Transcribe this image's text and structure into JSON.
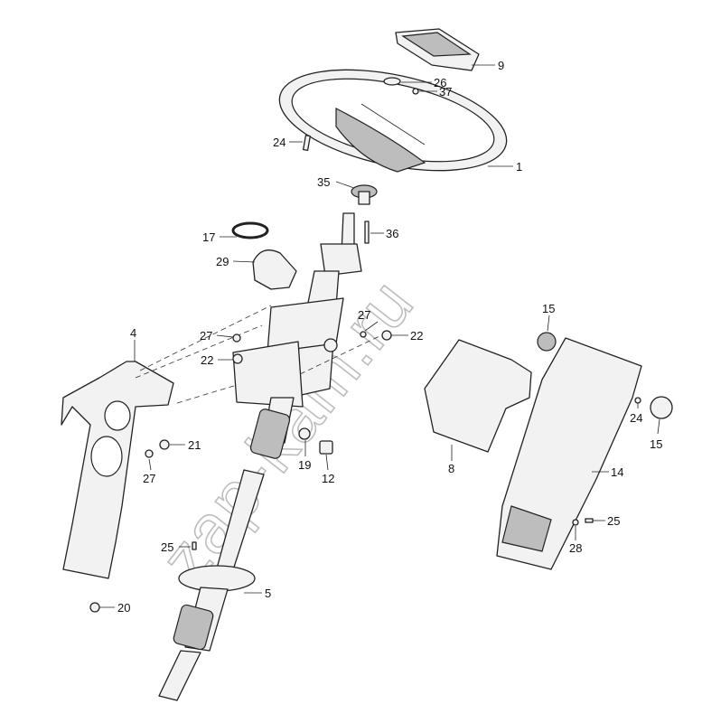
{
  "watermark": "zap-kam.ru",
  "corner_mark": "",
  "callouts": [
    {
      "key": "p9",
      "label": "9"
    },
    {
      "key": "p26",
      "label": "26"
    },
    {
      "key": "p37",
      "label": "37"
    },
    {
      "key": "p24a",
      "label": "24"
    },
    {
      "key": "p1",
      "label": "1"
    },
    {
      "key": "p35",
      "label": "35"
    },
    {
      "key": "p17",
      "label": "17"
    },
    {
      "key": "p36",
      "label": "36"
    },
    {
      "key": "p29",
      "label": "29"
    },
    {
      "key": "p4",
      "label": "4"
    },
    {
      "key": "p27a",
      "label": "27"
    },
    {
      "key": "p27b",
      "label": "27"
    },
    {
      "key": "p22a",
      "label": "22"
    },
    {
      "key": "p22b",
      "label": "22"
    },
    {
      "key": "p15a",
      "label": "15"
    },
    {
      "key": "p24b",
      "label": "24"
    },
    {
      "key": "p15b",
      "label": "15"
    },
    {
      "key": "p21",
      "label": "21"
    },
    {
      "key": "p19",
      "label": "19"
    },
    {
      "key": "p12",
      "label": "12"
    },
    {
      "key": "p8",
      "label": "8"
    },
    {
      "key": "p14",
      "label": "14"
    },
    {
      "key": "p27c",
      "label": "27"
    },
    {
      "key": "p25a",
      "label": "25"
    },
    {
      "key": "p28",
      "label": "28"
    },
    {
      "key": "p25b",
      "label": "25"
    },
    {
      "key": "p5",
      "label": "5"
    },
    {
      "key": "p20",
      "label": "20"
    }
  ]
}
